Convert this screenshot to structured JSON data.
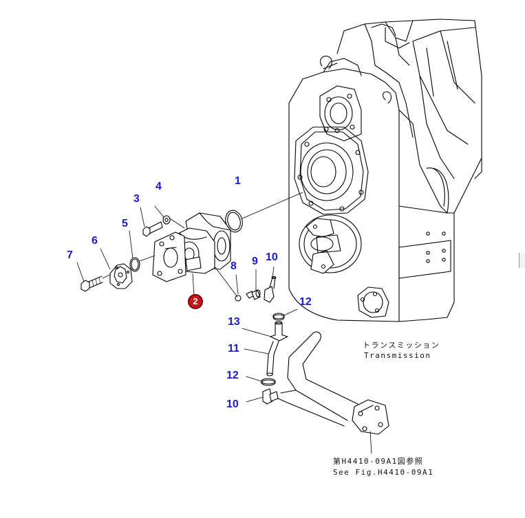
{
  "callouts": {
    "c1": "1",
    "c3": "3",
    "c4": "4",
    "c5": "5",
    "c6": "6",
    "c7": "7",
    "c8": "8",
    "c9": "9",
    "c10a": "10",
    "c10b": "10",
    "c11": "11",
    "c12a": "12",
    "c12b": "12",
    "c13": "13",
    "c2": "2"
  },
  "notes": {
    "transmission_jp": "トランスミッション",
    "transmission_en": "Transmission",
    "ref_jp": "第H4410-09A1図参照",
    "ref_en": "See Fig.H4410-09A1"
  },
  "colors": {
    "callout": "#1a1acc",
    "highlight": "#c8141e",
    "line": "#000000"
  }
}
